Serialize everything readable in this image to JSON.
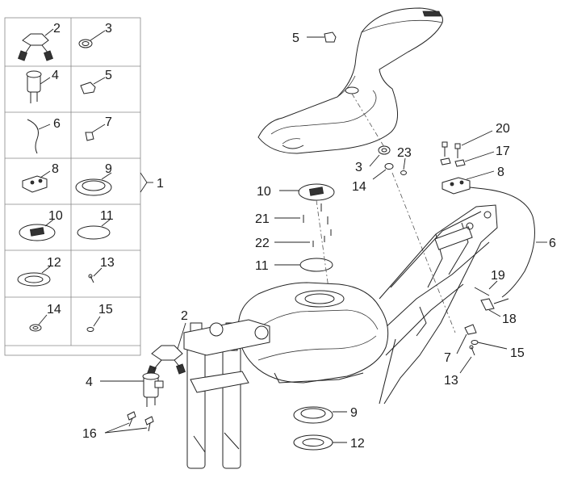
{
  "kit_panel": {
    "kit_number": "1",
    "cells": [
      {
        "label": "2"
      },
      {
        "label": "3"
      },
      {
        "label": "4"
      },
      {
        "label": "5"
      },
      {
        "label": "6"
      },
      {
        "label": "7"
      },
      {
        "label": "8"
      },
      {
        "label": "9"
      },
      {
        "label": "10"
      },
      {
        "label": "11"
      },
      {
        "label": "12"
      },
      {
        "label": "13"
      },
      {
        "label": "14"
      },
      {
        "label": "15"
      }
    ]
  },
  "callouts": [
    "5",
    "3",
    "23",
    "20",
    "17",
    "8",
    "10",
    "14",
    "21",
    "22",
    "11",
    "6",
    "19",
    "18",
    "2",
    "4",
    "7",
    "15",
    "13",
    "9",
    "16",
    "12"
  ]
}
